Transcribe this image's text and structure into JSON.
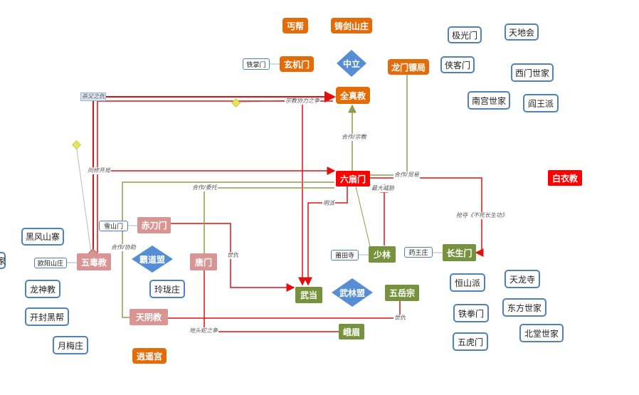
{
  "nodes": {
    "gaibang": "丐帮",
    "zhujian": "铸剑山庄",
    "xuanji": "玄机门",
    "tiezhang": "铁掌门",
    "zhongli": "中立",
    "longmen": "龙门镖局",
    "quanzhen": "全真教",
    "jiguang": "极光门",
    "tiandi": "天地会",
    "xiake": "侠客门",
    "ximen": "西门世家",
    "nangong": "南宫世家",
    "yanwang": "阎王派",
    "baiyi": "白衣教",
    "liushan": "六扇门",
    "xuetu": "血屠世家",
    "chidao": "赤刀门",
    "xueshan": "雪山门",
    "heifeng": "黑风山寨",
    "ouyang": "欧阳山庄",
    "wudu": "五毒教",
    "badao": "霸道盟",
    "tang": "唐门",
    "linglong": "玲珑庄",
    "longshen": "龙神教",
    "kaifeng": "开封黑帮",
    "yuemei": "月梅庄",
    "xiaoyao": "逍遥宫",
    "tianyin": "天阴教",
    "emei": "峨眉",
    "wudang": "武当",
    "wulin": "武林盟",
    "wuyue": "五岳宗",
    "putian": "莆田寺",
    "shaolin": "少林",
    "yaowang": "药王庄",
    "changsheng": "长生门",
    "hengshan": "恒山派",
    "tianlong": "天龙寺",
    "tiequan": "铁拳门",
    "dongfang": "东方世家",
    "wuhu": "五虎门",
    "beitang": "北堂世家"
  },
  "edge_labels": {
    "shafu": "杀父之仇",
    "yuanzhu": "宗教协力之争",
    "hezuo_zongjiao": "合作/宗教",
    "hezuo_maoyi": "合作/贸易",
    "xiuqi": "同修开局",
    "hezuo_weituo": "合作/委托",
    "zui_da_weixie": "最大威胁",
    "mingpai": "明派",
    "qiangduo": "抢夺《不死长生功》",
    "hezuo_xiezhu": "合作/协助",
    "chouren_tang": "世仇",
    "chouren_wuyue": "世仇",
    "dishou": "地头蛇之争"
  },
  "colors": {
    "orange": "#e36c09",
    "red": "#ff0000",
    "pink": "#d99594",
    "olive": "#76923c",
    "blue": "#4f81bd",
    "diamond": "#558ed5",
    "edge_red": "#e01010",
    "edge_olive": "#8aa04a"
  }
}
